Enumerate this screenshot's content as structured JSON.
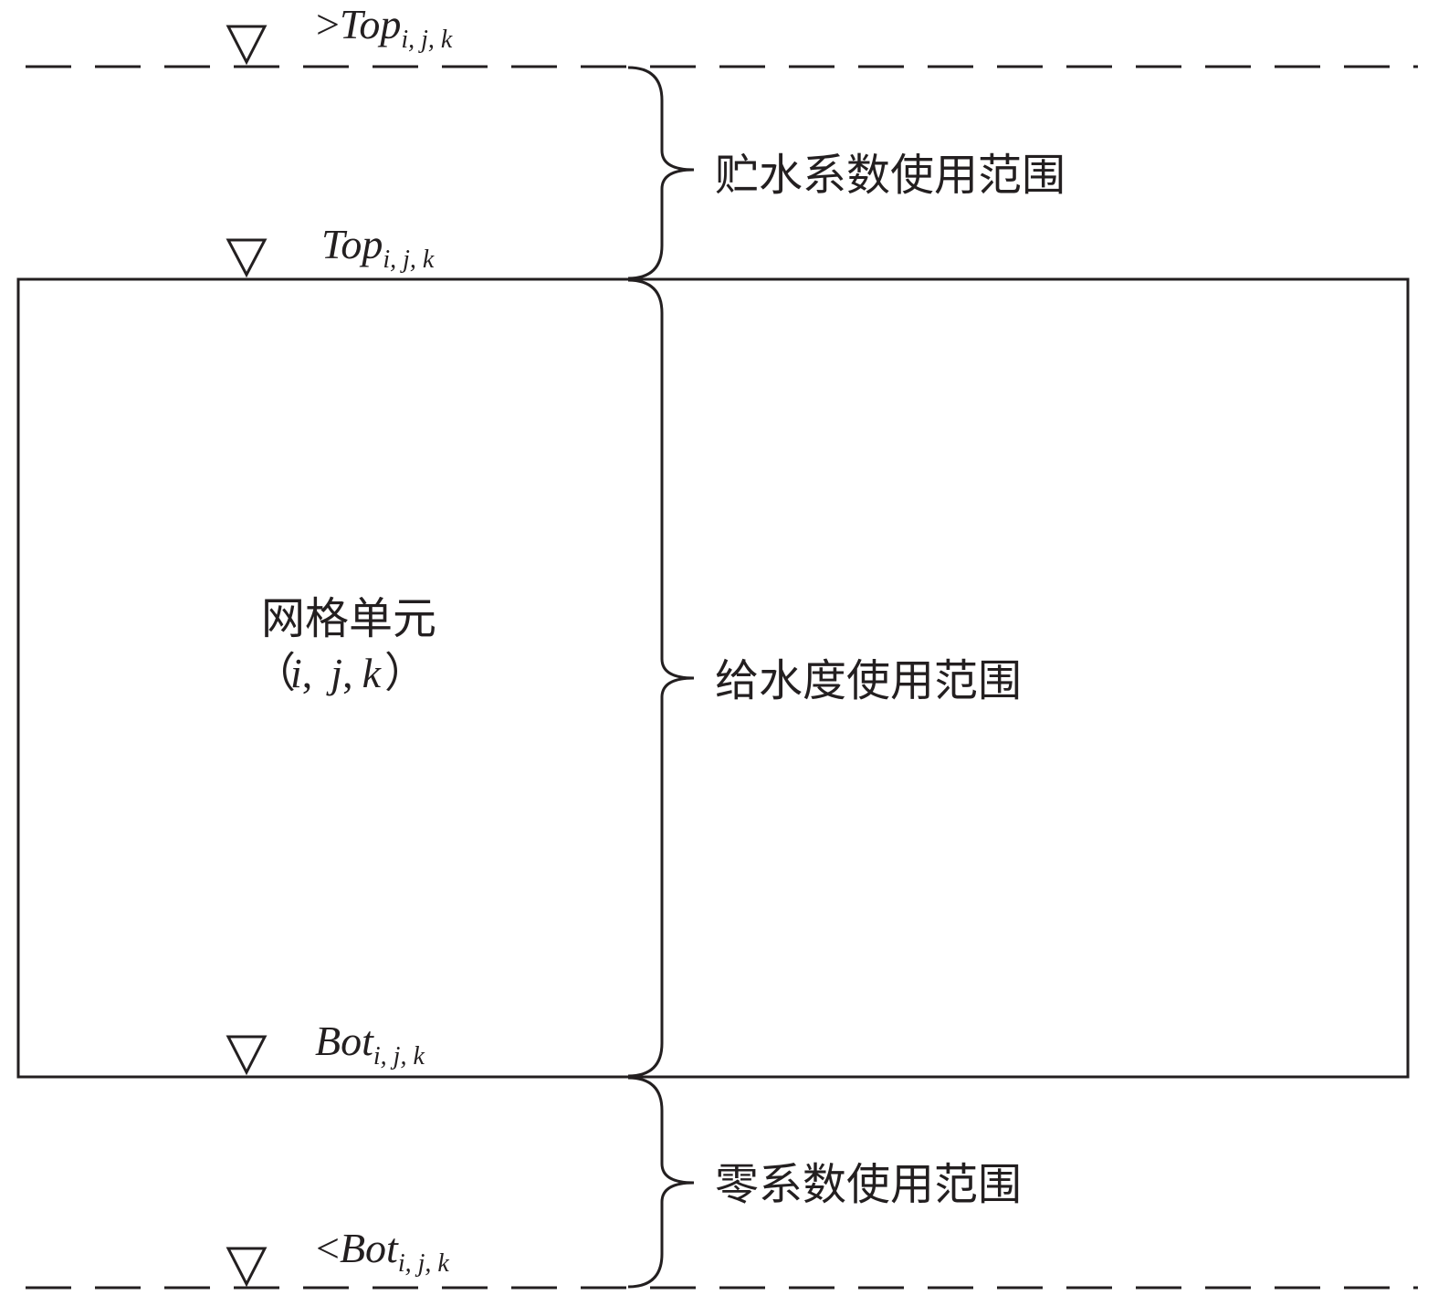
{
  "levels": {
    "above_top": {
      "prefix": ">",
      "symbol": "Top",
      "subscript": "i, j, k"
    },
    "top": {
      "prefix": "",
      "symbol": "Top",
      "subscript": "i, j, k"
    },
    "bot": {
      "prefix": "",
      "symbol": "Bot",
      "subscript": "i, j, k"
    },
    "below_bot": {
      "prefix": "<",
      "symbol": "Bot",
      "subscript": "i, j, k"
    }
  },
  "cell": {
    "label": "网格单元",
    "index_open": "（",
    "index_i": "i",
    "index_sep1": ",",
    "index_j": "j",
    "index_sep2": ",",
    "index_k": "k",
    "index_close": "）"
  },
  "ranges": {
    "storage_coefficient": "贮水系数使用范围",
    "specific_yield": "给水度使用范围",
    "zero_coefficient": "零系数使用范围"
  },
  "colors": {
    "ink": "#231f20",
    "background": "#ffffff"
  }
}
